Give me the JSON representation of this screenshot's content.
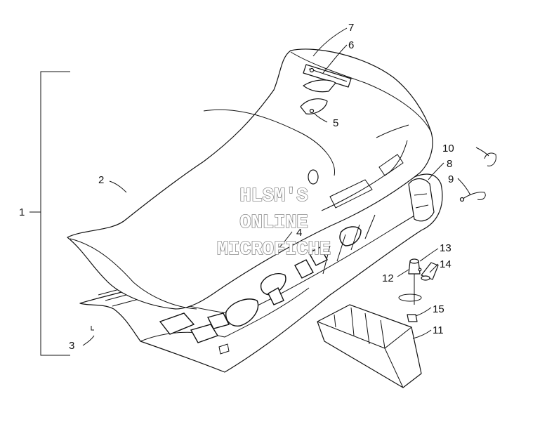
{
  "callouts": [
    "1",
    "2",
    "3",
    "4",
    "5",
    "6",
    "7",
    "8",
    "9",
    "10",
    "11",
    "12",
    "13",
    "14",
    "15"
  ],
  "watermark": [
    "HLSM'S",
    "ONLINE",
    "MICROFICHE"
  ],
  "colors": {
    "line": "#111111",
    "background": "#ffffff",
    "watermark_outline": "#8a8a8a"
  }
}
